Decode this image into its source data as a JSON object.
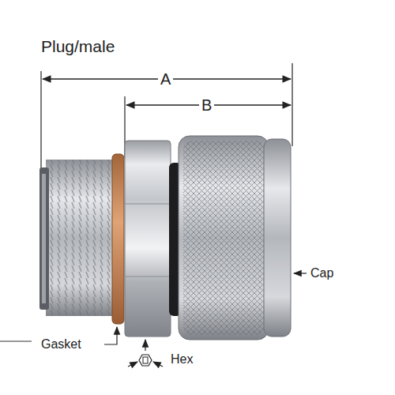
{
  "diagram": {
    "title": "Plug/male",
    "labels": [
      "A",
      "B",
      "Gasket",
      "Cap",
      "Hex"
    ]
  }
}
